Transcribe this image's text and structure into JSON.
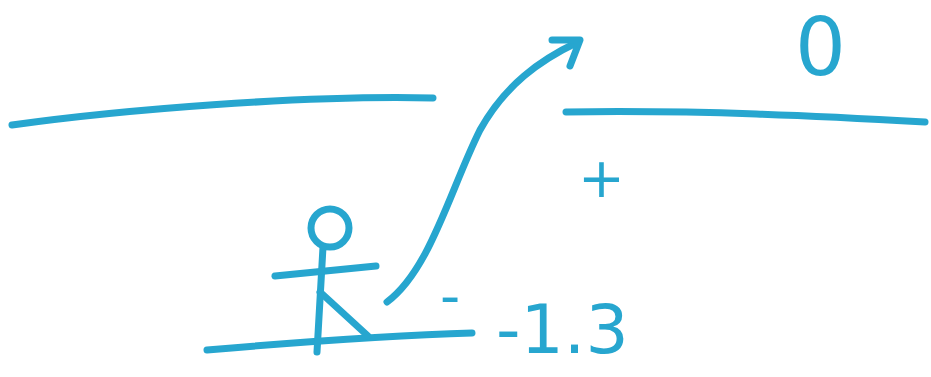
{
  "diagram": {
    "labels": [
      "0",
      "+",
      "-",
      "-1.3"
    ]
  }
}
